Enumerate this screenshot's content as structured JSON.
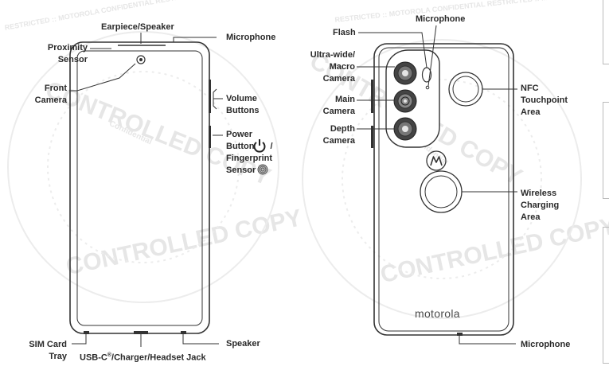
{
  "front": {
    "earpiece_speaker": "Earpiece/Speaker",
    "microphone": "Microphone",
    "proximity_sensor": [
      "Proximity",
      "Sensor"
    ],
    "front_camera": [
      "Front",
      "Camera"
    ],
    "volume_buttons": [
      "Volume",
      "Buttons"
    ],
    "power_button": [
      "Power",
      "Button",
      "/",
      "Fingerprint",
      "Sensor"
    ],
    "sim_card_tray": [
      "SIM Card",
      "Tray"
    ],
    "usb_c": "USB-C",
    "usb_c_sup": "®",
    "usb_c_rest": "/Charger/Headset Jack",
    "speaker": "Speaker"
  },
  "back": {
    "flash": "Flash",
    "microphone_top": "Microphone",
    "ultrawide": [
      "Ultra-wide/",
      "Macro",
      "Camera"
    ],
    "main_camera": [
      "Main",
      "Camera"
    ],
    "depth_camera": [
      "Depth",
      "Camera"
    ],
    "nfc": [
      "NFC",
      "Touchpoint",
      "Area"
    ],
    "wireless": [
      "Wireless",
      "Charging",
      "Area"
    ],
    "microphone_bottom": "Microphone",
    "brand_wordmark": "motorola"
  },
  "watermark": {
    "controlled_copy": "CONTROLLED COPY",
    "restricted": "RESTRICTED :: MOTOROLA CONFIDENTIAL RESTRICTED :: MOTOROLA",
    "confidential": "Confidential"
  },
  "icons": {
    "power": "power-icon",
    "fingerprint": "fingerprint-icon",
    "motorola_logo": "motorola-batwing-icon"
  }
}
